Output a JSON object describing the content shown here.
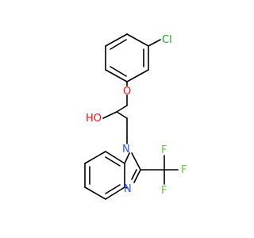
{
  "molecule": {
    "atoms": {
      "chlorine": "Cl",
      "ether_oxygen": "O",
      "hydroxyl": "HO",
      "imidazole_n1": "N",
      "imidazole_n3": "N",
      "fluorine_1": "F",
      "fluorine_2": "F",
      "fluorine_3": "F"
    },
    "colors": {
      "bond": "#000000",
      "chlorine": "#1fa01f",
      "oxygen": "#ff0d0d",
      "nitrogen": "#3050f8",
      "fluorine": "#6cc04a"
    }
  }
}
